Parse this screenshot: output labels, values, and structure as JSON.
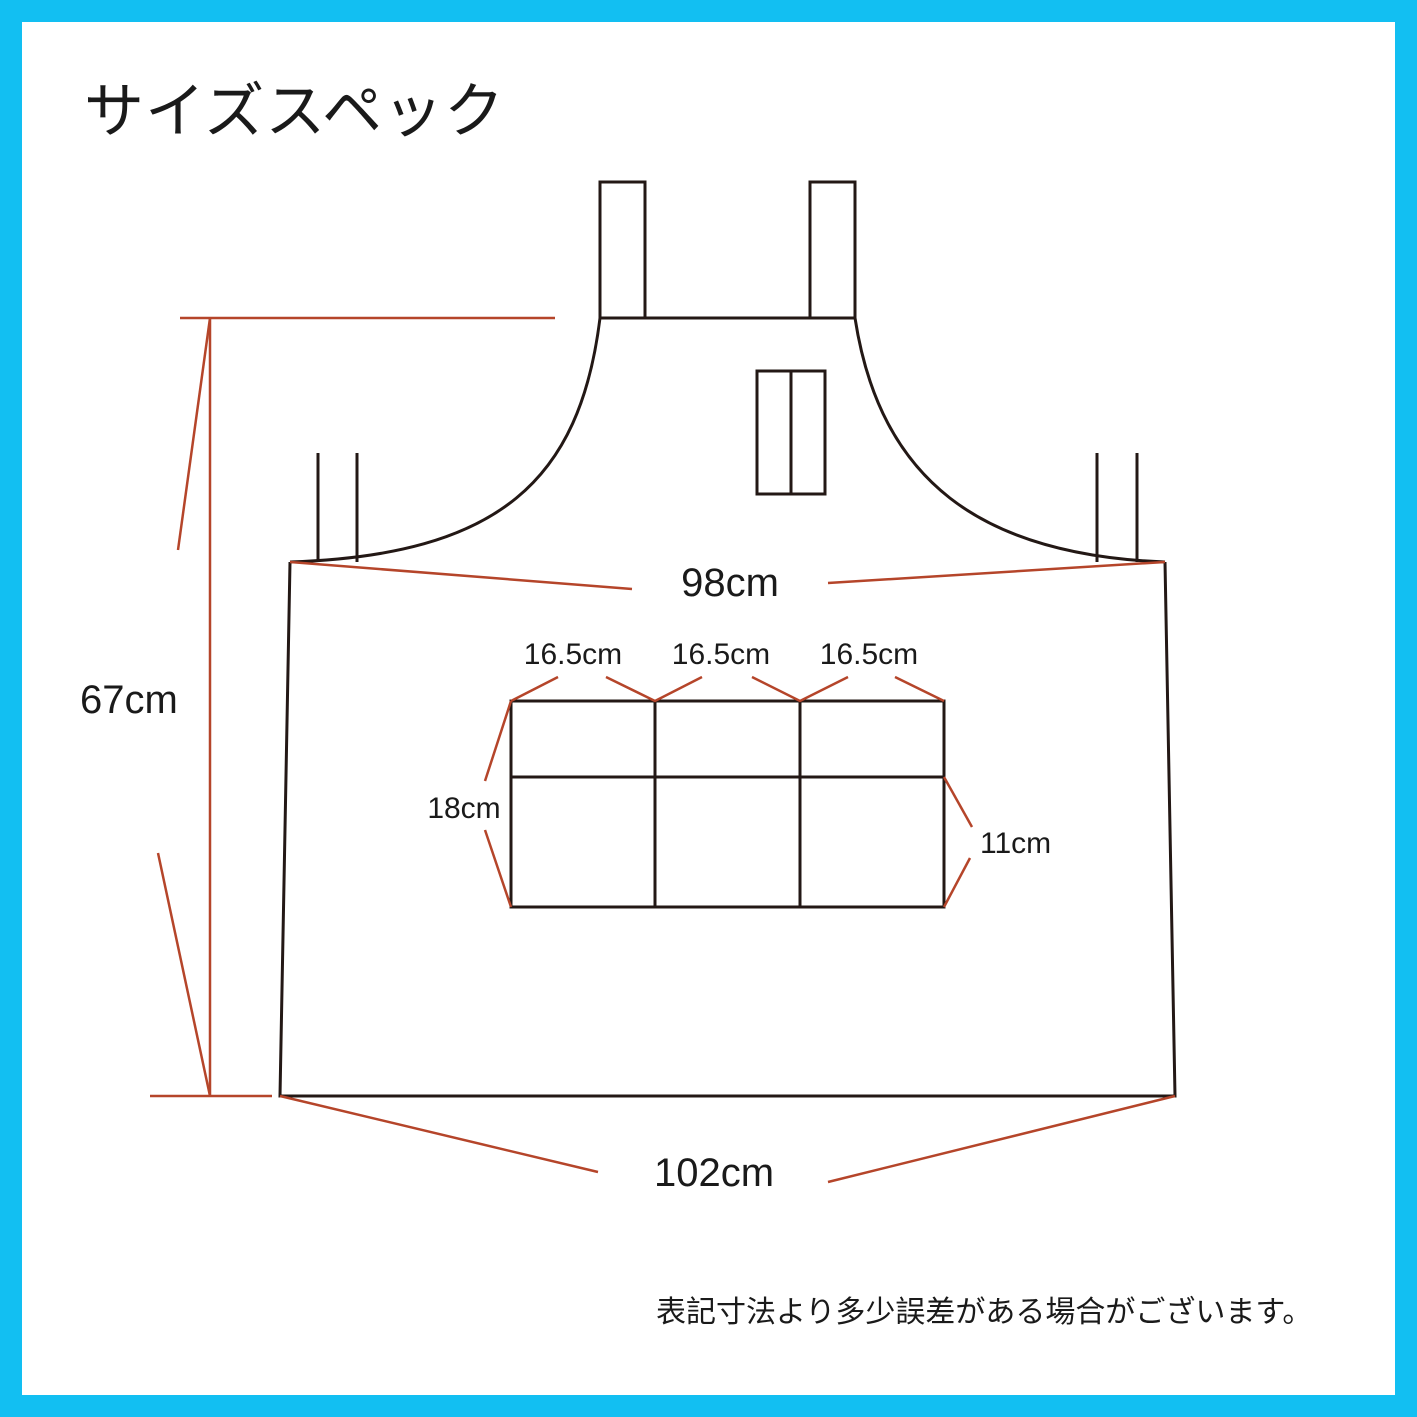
{
  "title": "サイズスペック",
  "note": "表記寸法より多少誤差がある場合がございます。",
  "colors": {
    "frame": "#12bff2",
    "outline": "#231815",
    "dimension_line": "#b5452a"
  },
  "dimensions": {
    "height": "67cm",
    "top_width": "98cm",
    "bottom_width": "102cm",
    "pocket_width_1": "16.5cm",
    "pocket_width_2": "16.5cm",
    "pocket_width_3": "16.5cm",
    "pocket_height": "18cm",
    "pocket_lower_height": "11cm"
  }
}
